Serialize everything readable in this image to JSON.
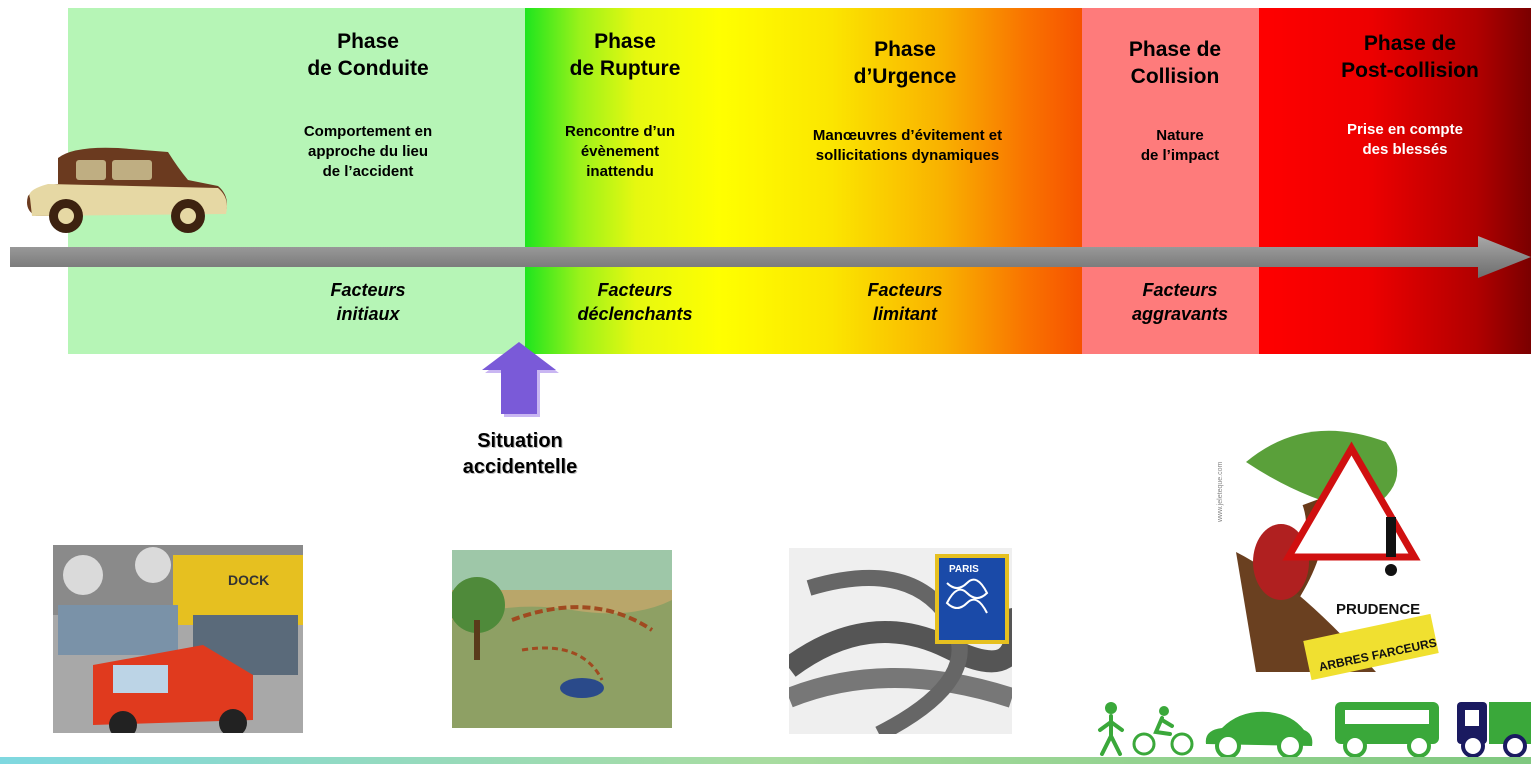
{
  "phases": [
    {
      "title_1": "Phase",
      "title_2": "de Conduite",
      "desc_1": "Comportement  en",
      "desc_2": "approche du lieu",
      "desc_3": "de l’accident",
      "factor_1": "Facteurs",
      "factor_2": "initiaux"
    },
    {
      "title_1": "Phase",
      "title_2": "de Rupture",
      "desc_1": "Rencontre d’un",
      "desc_2": "évènement",
      "desc_3": "inattendu",
      "factor_1": "Facteurs",
      "factor_2": "déclenchants"
    },
    {
      "title_1": "Phase",
      "title_2": "d’Urgence",
      "desc_1": "Manœuvres d’évitement et",
      "desc_2": "sollicitations dynamiques",
      "factor_1": "Facteurs",
      "factor_2": "limitant"
    },
    {
      "title_1": "Phase de",
      "title_2": "Collision",
      "desc_1": "Nature",
      "desc_2": "de l’impact",
      "factor_1": "Facteurs",
      "factor_2": "aggravants"
    },
    {
      "title_1": "Phase de",
      "title_2": "Post-collision",
      "desc_1": "Prise en compte",
      "desc_2": "des blessés"
    }
  ],
  "situation": {
    "line_1": "Situation",
    "line_2": "accidentelle"
  },
  "illustrations": {
    "crash_sign_1": "DOCK",
    "map_sign": "PARIS",
    "warning_1": "PRUDENCE",
    "warning_2": "ARBRES FARCEURS",
    "poster_side": "www.jeleteque.com"
  },
  "colors": {
    "panel_conduite": "#b6f5b6",
    "panel_collision": "#fe7b7b",
    "arrow": "#8a8a8a",
    "situation_arrow": "#7a5ad8",
    "vehicle_green": "#3aa83a",
    "vehicle_navy": "#1a1a60"
  }
}
